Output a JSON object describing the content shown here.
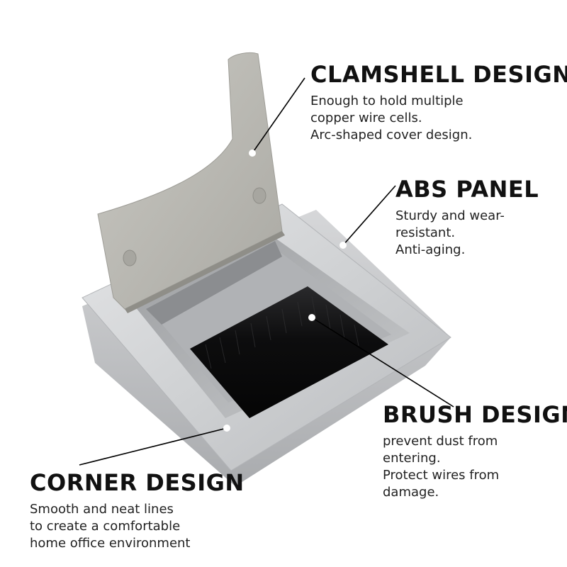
{
  "callouts": {
    "clamshell": {
      "title": "CLAMSHELL DESIGN",
      "lines": [
        "Enough to hold multiple",
        "copper wire cells.",
        "Arc-shaped cover design."
      ]
    },
    "abs_panel": {
      "title": "ABS PANEL",
      "lines": [
        "Sturdy and wear-",
        "resistant.",
        "Anti-aging."
      ]
    },
    "brush": {
      "title": "BRUSH DESIGN",
      "lines": [
        "prevent dust from",
        "entering.",
        "Protect wires from",
        "damage."
      ]
    },
    "corner": {
      "title": "CORNER DESIGN",
      "lines": [
        "Smooth and neat lines",
        "to create a comfortable",
        "home office environment"
      ]
    }
  },
  "colors": {
    "frame": "#c9cbcd",
    "lid": "#b9b8b2",
    "brush": "#0f0f10",
    "pointer": "#000000"
  }
}
